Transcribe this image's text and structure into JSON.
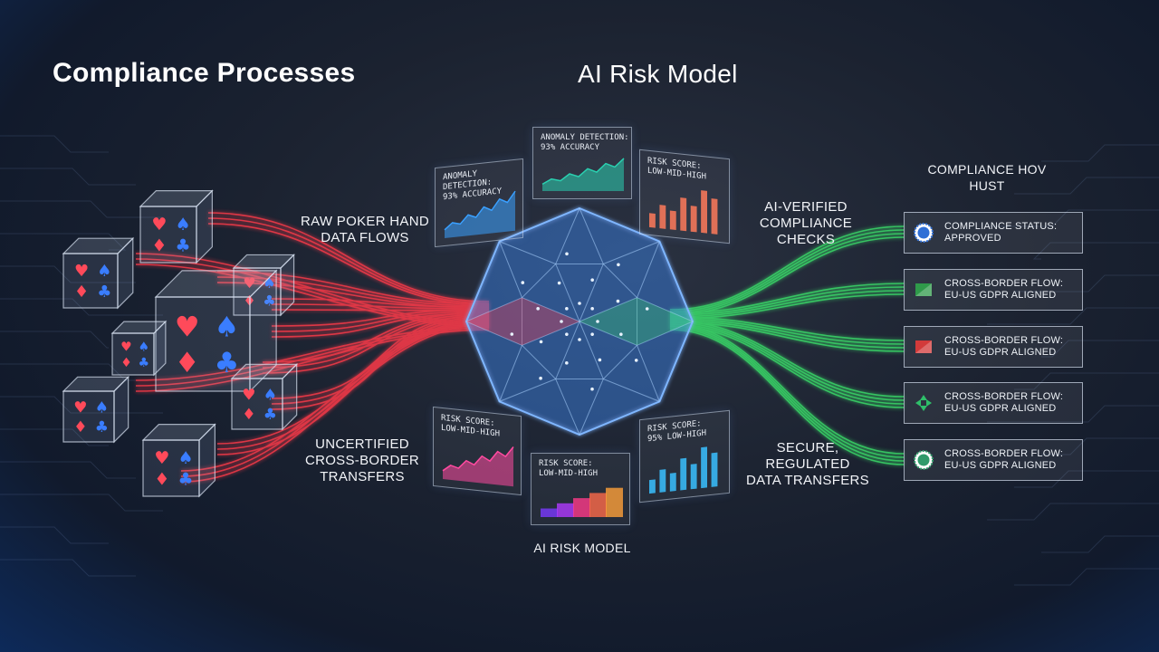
{
  "titles": {
    "left": "Compliance Processes",
    "center": "AI Risk Model"
  },
  "labels": {
    "raw_flows": [
      "RAW POKER HAND",
      "DATA FLOWS"
    ],
    "uncertified": [
      "UNCERTIFIED",
      "CROSS-BORDER",
      "TRANSFERS"
    ],
    "ai_verified": [
      "AI-VERIFIED",
      "COMPLIANCE",
      "CHECKS"
    ],
    "secure": [
      "SECURE,",
      "REGULATED",
      "DATA TRANSFERS"
    ],
    "model_caption": "AI RISK MODEL",
    "hub_title": [
      "COMPLIANCE HOV",
      "HUST"
    ]
  },
  "panels": [
    {
      "name": "panel-anomaly-left",
      "lines": [
        "ANOMALY DETECTION:",
        "93% ACCURACY"
      ],
      "kind": "area",
      "color": "#3aa0ff"
    },
    {
      "name": "panel-anomaly-top",
      "lines": [
        "ANOMALY DETECTION:",
        "93% ACCURACY"
      ],
      "kind": "area",
      "color": "#2ad0b0"
    },
    {
      "name": "panel-risk-top-right",
      "lines": [
        "RISK SCORE:",
        "LOW-MID-HIGH"
      ],
      "kind": "bars",
      "color": "#ff7a5a"
    },
    {
      "name": "panel-risk-bottom-left",
      "lines": [
        "RISK SCORE:",
        "LOW-MID-HIGH"
      ],
      "kind": "area",
      "color": "#ff4aa0"
    },
    {
      "name": "panel-risk-bottom-center",
      "lines": [
        "RISK SCORE:",
        "LOW-MID-HIGH"
      ],
      "kind": "steps",
      "color": "#ff6a6a"
    },
    {
      "name": "panel-risk-bottom-right",
      "lines": [
        "RISK SCORE:",
        "95% LOW-HIGH"
      ],
      "kind": "bars",
      "color": "#3ac0ff"
    }
  ],
  "statuses": [
    {
      "line1": "COMPLIANCE STATUS:",
      "line2": "APPROVED",
      "icon": "ai-badge-icon",
      "color": "#2f6fd6"
    },
    {
      "line1": "CROSS-BORDER FLOW:",
      "line2": "EU-US GDPR ALIGNED",
      "icon": "flag-icon",
      "color": "#2f9a4a"
    },
    {
      "line1": "CROSS-BORDER FLOW:",
      "line2": "EU-US GDPR ALIGNED",
      "icon": "flag-icon",
      "color": "#d23a3a"
    },
    {
      "line1": "CROSS-BORDER FLOW:",
      "line2": "EU-US GDPR ALIGNED",
      "icon": "arrows-icon",
      "color": "#2fbf6a"
    },
    {
      "line1": "CROSS-BORDER FLOW:",
      "line2": "EU-US GDPR ALIGNED",
      "icon": "seal-icon",
      "color": "#2f9a6a"
    }
  ],
  "colors": {
    "red_flow": "#ff3a4a",
    "green_flow": "#3adf6a",
    "crystal": "#4a9cff"
  }
}
